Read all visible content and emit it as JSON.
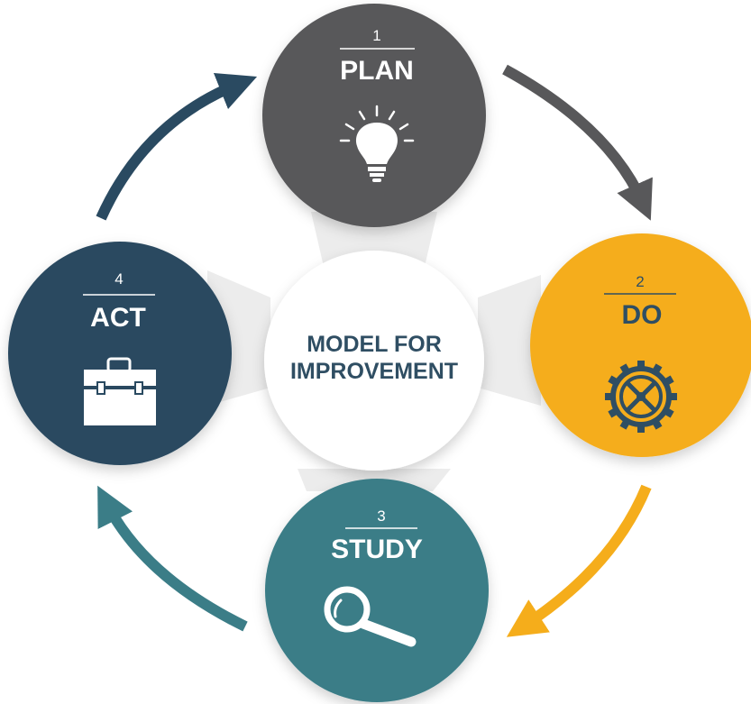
{
  "center": {
    "line1": "MODEL FOR",
    "line2": "IMPROVEMENT"
  },
  "steps": [
    {
      "number": "1",
      "label": "PLAN",
      "icon": "lightbulb-icon",
      "color": "#58585a"
    },
    {
      "number": "2",
      "label": "DO",
      "icon": "gear-icon",
      "color": "#f5ad1b"
    },
    {
      "number": "3",
      "label": "STUDY",
      "icon": "magnifier-icon",
      "color": "#3b7d87"
    },
    {
      "number": "4",
      "label": "ACT",
      "icon": "briefcase-icon",
      "color": "#2a4a61"
    }
  ],
  "colors": {
    "center_text": "#2f4e63",
    "connector": "#e6e6e6",
    "arrow_plan_to_do": "#58585a",
    "arrow_do_to_study": "#f5ad1b",
    "arrow_study_to_act": "#3b7d87",
    "arrow_act_to_plan": "#2a4a61"
  }
}
